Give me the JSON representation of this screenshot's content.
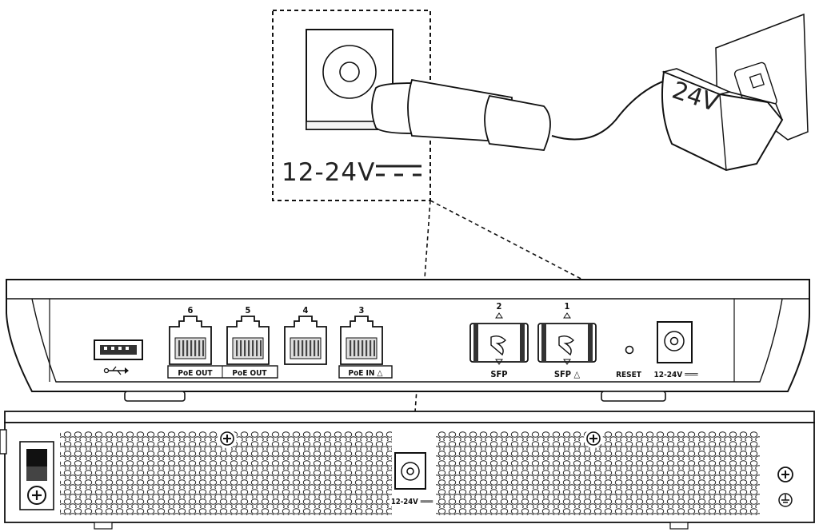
{
  "callout": {
    "voltage_label": "12-24V"
  },
  "adapter": {
    "label": "24V"
  },
  "top_device": {
    "ports": [
      {
        "number": "6",
        "group": "poe-out"
      },
      {
        "number": "5",
        "group": "poe-out"
      },
      {
        "number": "4",
        "group": ""
      },
      {
        "number": "3",
        "group": "poe-in"
      }
    ],
    "poe_out_labels": [
      "PoE OUT",
      "PoE OUT"
    ],
    "poe_in_label": "PoE IN △",
    "sfp_ports": [
      {
        "number": "2",
        "label": "SFP"
      },
      {
        "number": "1",
        "label": "SFP △"
      }
    ],
    "reset_label": "RESET",
    "power_label": "12-24V ═══"
  },
  "bottom_device": {
    "power_label": "12-24V ═══"
  },
  "colors": {
    "line": "#1a1a1a",
    "panel_fill": "#ffffff",
    "port_dark": "#333333"
  }
}
